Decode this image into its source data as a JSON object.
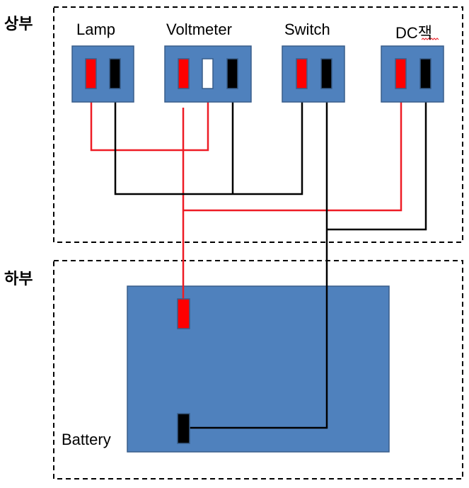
{
  "sections": {
    "top_label": "상부",
    "bottom_label": "하부"
  },
  "components": {
    "lamp": "Lamp",
    "voltmeter": "Voltmeter",
    "switch": "Switch",
    "dc_jack": "DC잭",
    "battery": "Battery"
  },
  "colors": {
    "panel_fill": "#4f81bd",
    "panel_stroke": "#385d8a",
    "wire_positive": "#ee1c25",
    "wire_negative": "#000000",
    "terminal_red": "#ff0000",
    "terminal_black": "#000000",
    "terminal_white": "#ffffff"
  }
}
